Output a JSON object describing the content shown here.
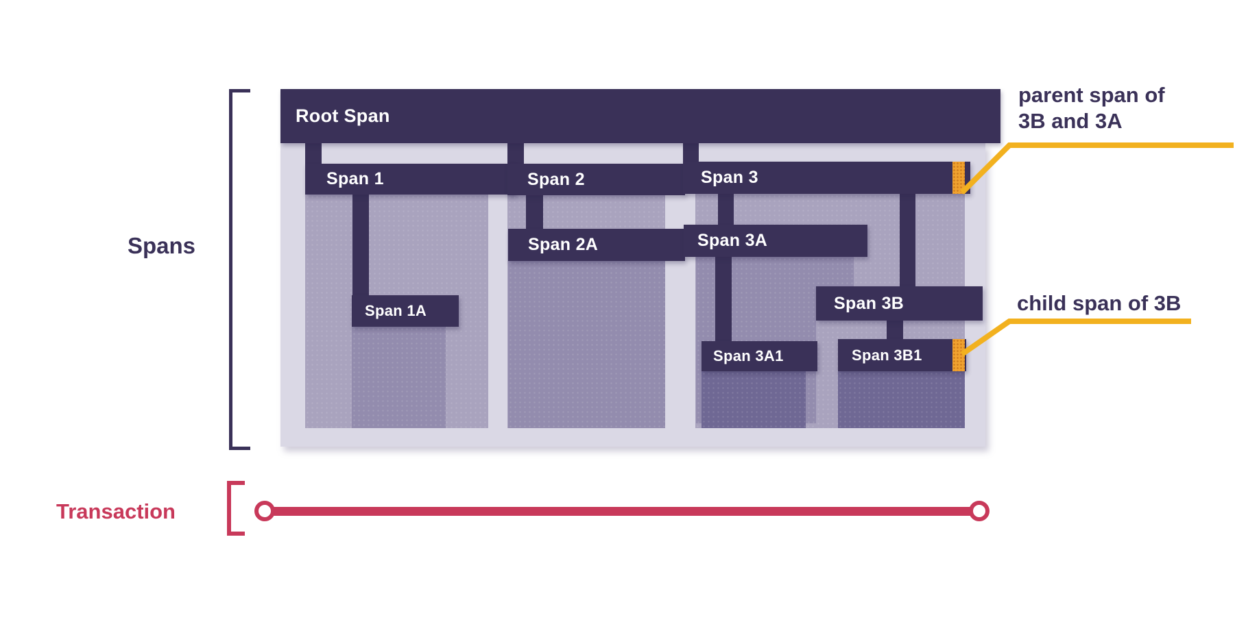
{
  "labels": {
    "root": "Root Span",
    "span1": "Span 1",
    "span1a": "Span 1A",
    "span2": "Span 2",
    "span2a": "Span 2A",
    "span3": "Span 3",
    "span3a": "Span 3A",
    "span3a1": "Span 3A1",
    "span3b": "Span 3B",
    "span3b1": "Span 3B1"
  },
  "side": {
    "spans": "Spans",
    "transaction": "Transaction"
  },
  "annotations": {
    "parent_line1": "parent span of",
    "parent_line2": "3B and 3A",
    "child": "child span of 3B"
  },
  "hierarchy": [
    {
      "span": "Root Span",
      "children": [
        "Span 1",
        "Span 2",
        "Span 3"
      ]
    },
    {
      "span": "Span 1",
      "children": [
        "Span 1A"
      ]
    },
    {
      "span": "Span 2",
      "children": [
        "Span 2A"
      ]
    },
    {
      "span": "Span 3",
      "children": [
        "Span 3A",
        "Span 3B"
      ]
    },
    {
      "span": "Span 3A",
      "children": [
        "Span 3A1"
      ]
    },
    {
      "span": "Span 3B",
      "children": [
        "Span 3B1"
      ]
    }
  ],
  "colors": {
    "span_bar": "#3A3158",
    "trace_container": "#DAD8E5",
    "duration_fill_level1": "#A9A3BE",
    "duration_fill_level2": "#938CAE",
    "duration_fill_level3": "#6F6894",
    "highlight_orange": "#F0A22F",
    "annotation_yellow": "#F2B11F",
    "transaction_red": "#C8395A",
    "background": "#FFFFFF"
  }
}
